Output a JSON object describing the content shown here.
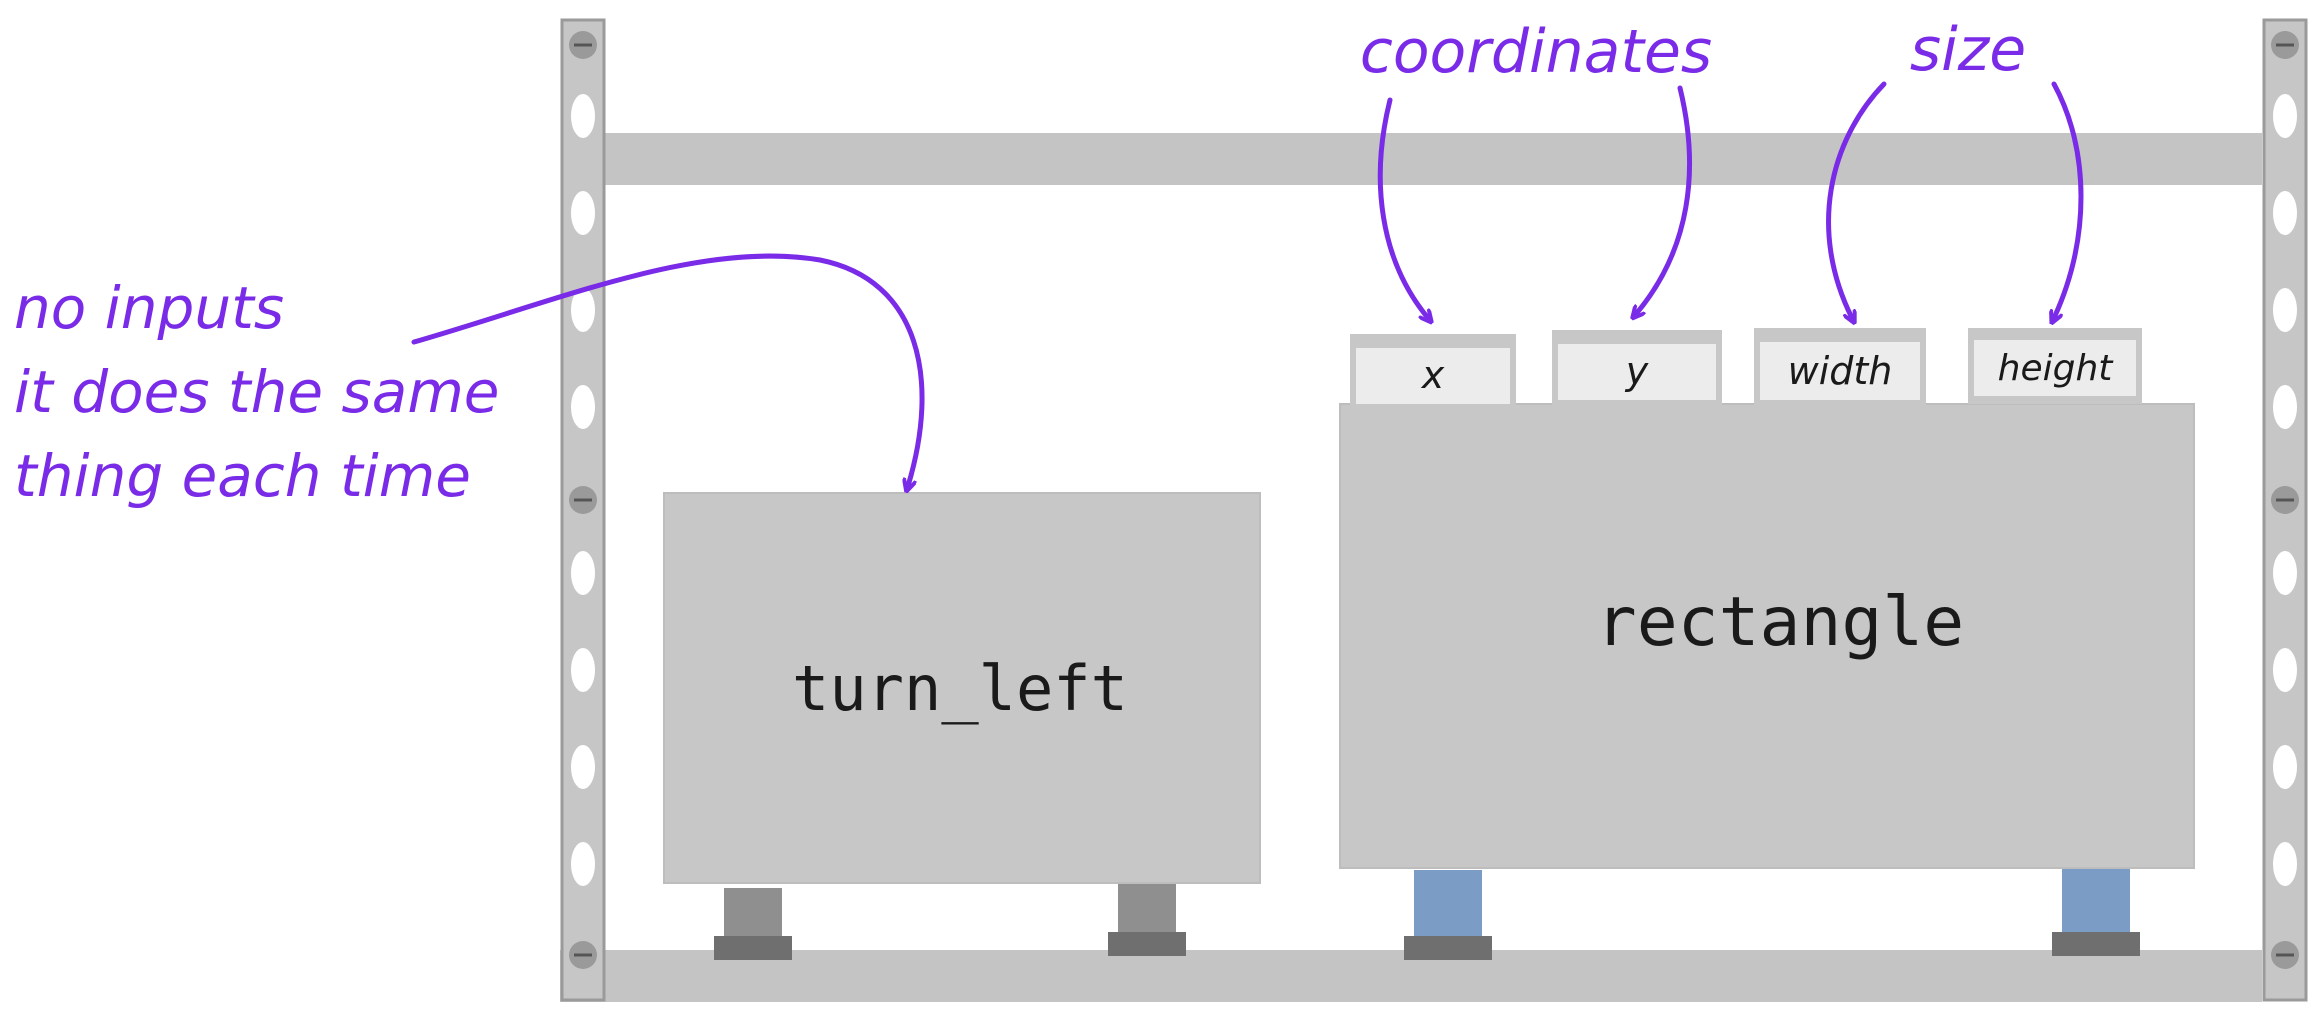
{
  "function_boxes": {
    "turn_left": {
      "name": "turn_left"
    },
    "rectangle": {
      "name": "rectangle"
    }
  },
  "parameter_tabs": [
    {
      "label": "x"
    },
    {
      "label": "y"
    },
    {
      "label": "width"
    },
    {
      "label": "height"
    }
  ],
  "annotations": {
    "coordinates": "coordinates",
    "size": "size",
    "no_inputs": [
      "no inputs",
      "it does the same",
      "thing each time"
    ]
  },
  "colors": {
    "annotation": "#7a2be8",
    "shelf": "#c4c4c4",
    "box": "#c7c7c7",
    "tab": "#ececec",
    "leg_gray": "#8f8f8f",
    "leg_blue": "#7b9cc4"
  }
}
